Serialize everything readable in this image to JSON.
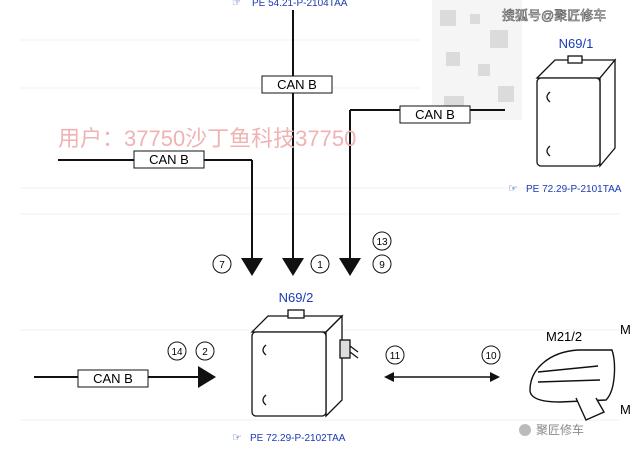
{
  "diagram": {
    "wire_label": "CAN B",
    "top_reference": "PE 54.21-P-2104TAA",
    "module_main": {
      "name": "N69/2",
      "reference": "PE 72.29-P-2102TAA"
    },
    "module_right": {
      "name": "N69/1",
      "reference": "PE 72.29-P-2101TAA"
    },
    "mirror": {
      "name": "M21/2",
      "partial_label_1": "M",
      "partial_label_2": "M"
    },
    "callouts": {
      "c7": "7",
      "c1": "1",
      "c13": "13",
      "c9": "9",
      "c14": "14",
      "c2": "2",
      "c11": "11",
      "c10": "10"
    },
    "watermarks": {
      "center_text": "用户：37750沙丁鱼科技37750",
      "top_right": "搜狐号@聚匠修车",
      "bottom_right": "聚匠修车"
    }
  }
}
